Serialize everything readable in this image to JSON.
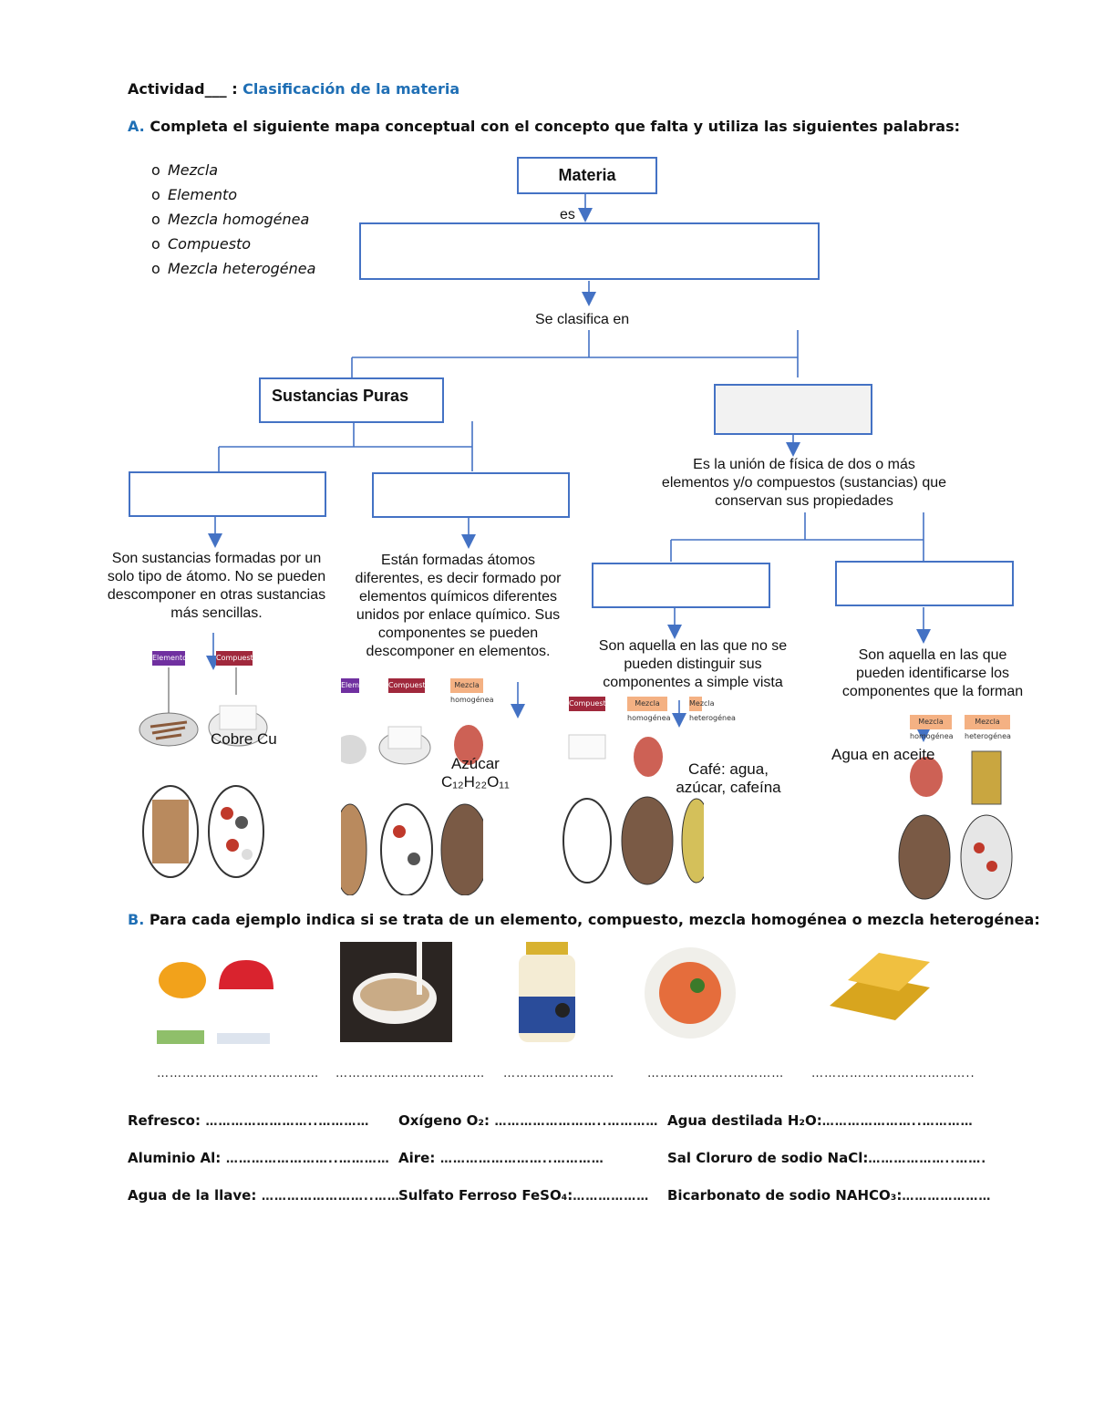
{
  "header": {
    "activity_label": "Actividad___ :",
    "activity_title": "Clasificación de la materia"
  },
  "part_a": {
    "letter": "A.",
    "instruction": "Completa el siguiente mapa conceptual con el concepto que falta y utiliza las siguientes palabras:",
    "word_bank": [
      "Mezcla",
      "Elemento",
      "Mezcla homogénea",
      "Compuesto",
      "Mezcla heterogénea"
    ]
  },
  "concept_map": {
    "root": "Materia",
    "link_es": "es",
    "link_clasifica": "Se clasifica en",
    "pure_substances": "Sustancias Puras",
    "element_desc": "Son sustancias formadas por un solo tipo de átomo.  No se pueden descomponer en otras sustancias más sencillas.",
    "compound_desc": "Están formadas átomos diferentes, es decir formado por elementos químicos diferentes unidos por enlace químico. Sus componentes se pueden descomponer en elementos.",
    "mixture_desc": "Es la unión de física de dos o más elementos y/o compuestos (sustancias) que conservan sus propiedades",
    "homogeneous_desc": "Son aquella en las que no se pueden distinguir sus componentes a simple vista",
    "heterogeneous_desc": "Son aquella en las que pueden identificarse los componentes que la forman",
    "example_copper": "Cobre Cu",
    "example_sugar_name": "Azúcar",
    "example_sugar_formula": "C₁₂H₂₂O₁₁",
    "example_coffee": "Café: agua, azúcar, cafeína",
    "example_water_oil": "Agua en aceite",
    "image_tags": {
      "elemento": "Elemento",
      "compuesto": "Compuesto",
      "mezcla_homogenea": "Mezcla homogénea",
      "mezcla_heterogenea": "Mezcla heterogénea"
    }
  },
  "part_b": {
    "letter": "B.",
    "instruction": "Para cada ejemplo indica si se trata de un elemento, compuesto, mezcla homogénea o mezcla heterogénea:",
    "image_blanks": [
      "……………………..…………",
      "……………………..………",
      "………………..……",
      "………………..…………",
      "……………..…….………….."
    ],
    "questions": [
      {
        "label": "Refresco:",
        "blank": " ……………………..…………"
      },
      {
        "label": "Oxígeno O₂:",
        "blank": " ……………………..…………"
      },
      {
        "label": "Agua destilada H₂O:",
        "blank": "…………………..…………"
      },
      {
        "label": "Aluminio Al:",
        "blank": " ……………………..…………"
      },
      {
        "label": "Aire:",
        "blank": " ……………………..…………"
      },
      {
        "label": "Sal Cloruro de sodio NaCl:",
        "blank": "………………..……."
      },
      {
        "label": "Agua de la llave:",
        "blank": "  ……………………..……"
      },
      {
        "label": "Sulfato Ferroso FeSO₄:",
        "blank": "………………"
      },
      {
        "label": "Bicarbonato de sodio NAHCO₃:",
        "blank": "…………………"
      }
    ]
  },
  "colors": {
    "accent_blue": "#1f6fb5",
    "box_border": "#4472c4",
    "tag_purple": "#7030a0",
    "tag_red": "#a0283c",
    "tag_orange": "#f4b183"
  }
}
